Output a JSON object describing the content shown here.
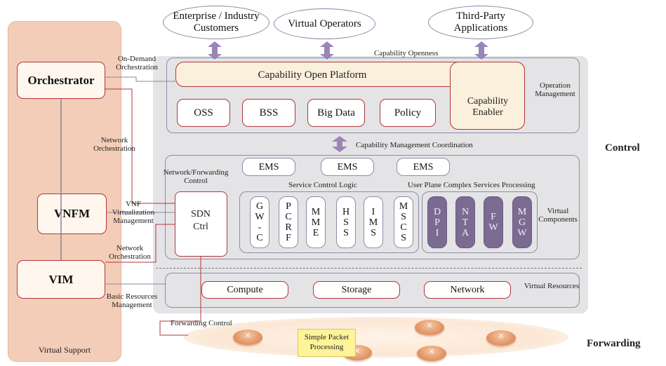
{
  "top_consumers": [
    "Enterprise / Industry Customers",
    "Virtual Operators",
    "Third-Party Applications"
  ],
  "left_panel": {
    "orchestrator": "Orchestrator",
    "vnfm": "VNFM",
    "vim": "VIM",
    "footer": "Virtual Support"
  },
  "connector_labels": {
    "on_demand": "On-Demand Orchestration",
    "network_orch_1": "Network Orchestration",
    "vnf_virt_mgmt": "VNF Virtualization Management",
    "network_orch_2": "Network Orchestration",
    "basic_resources": "Basic Resources Management",
    "forwarding_control": "Forwarding Control"
  },
  "operation": {
    "capability_openness": "Capability Openness",
    "open_platform": "Capability Open Platform",
    "modules": [
      "OSS",
      "BSS",
      "Big Data",
      "Policy"
    ],
    "enabler": "Capability Enabler",
    "label": "Operation Management"
  },
  "coordination_label": "Capability Management Coordination",
  "control": {
    "ems": [
      "EMS",
      "EMS",
      "EMS"
    ],
    "nf_control": "Network/Forwarding Control",
    "sdn": "SDN Ctrl",
    "service_logic_label": "Service Control Logic",
    "user_plane_label": "User Plane Complex Services Processing",
    "service_components": [
      "GW-C",
      "PCRF",
      "MME",
      "HSS",
      "IMS",
      "MSCS"
    ],
    "user_plane_components": [
      "DPI",
      "NTA",
      "FW",
      "MGW"
    ],
    "virtual_components_label": "Virtual Components"
  },
  "resources": {
    "items": [
      "Compute",
      "Storage",
      "Network"
    ],
    "label": "Virtual Resources"
  },
  "layer_labels": {
    "control": "Control",
    "forwarding": "Forwarding"
  },
  "forwarding_plane": {
    "label": "Simple Packet Processing"
  },
  "colors": {
    "support_fill": "#f3cdb8",
    "accent_red": "#b2363a",
    "purple_arrow": "#9a86b6",
    "dark_component": "#7b6a91",
    "panel_grey": "#e4e4e6",
    "platform_cream": "#fbf0dc",
    "packet_yellow": "#fff39a"
  },
  "icons": [
    "double-arrow-icon",
    "router-node-icon"
  ]
}
